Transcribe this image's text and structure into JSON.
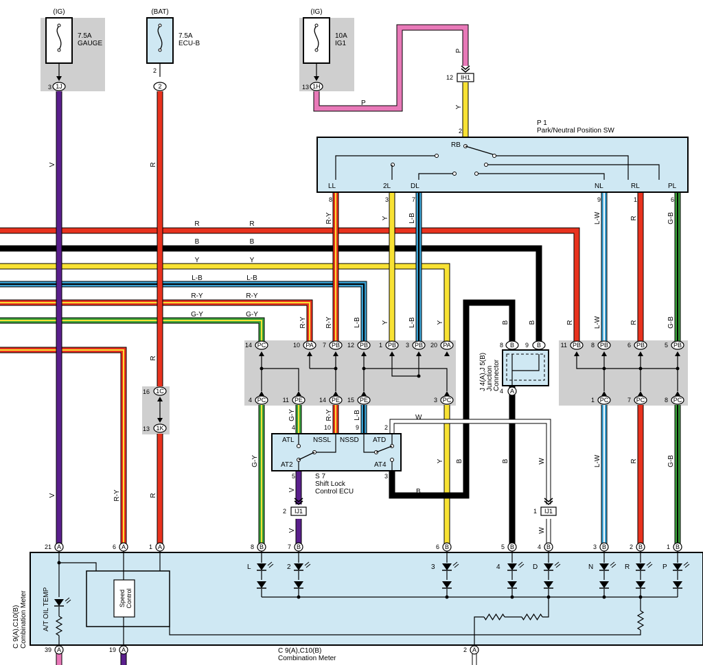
{
  "colors": {
    "V": "#5a1f8c",
    "R": "#e8321e",
    "B": "#000000",
    "Y": "#f8e234",
    "P": "#e879b8",
    "L": "#3a9fd0",
    "G": "#3aa13a",
    "W": "#ffffff",
    "panel": "#cfe8f3",
    "shade": "#cfcfcf"
  },
  "fuses": [
    {
      "source": "(IG)",
      "rating": "7.5A",
      "name": "GAUGE",
      "wire_pin": "3",
      "connector": "1J"
    },
    {
      "source": "(BAT)",
      "rating": "7.5A",
      "name": "ECU-B",
      "wire_pin": "2",
      "connector": "2",
      "fuse_pin": "2"
    },
    {
      "source": "(IG)",
      "rating": "10A",
      "name": "IG1",
      "wire_pin": "13",
      "connector": "1H"
    }
  ],
  "park_switch": {
    "id": "P 1",
    "name": "Park/Neutral Position SW",
    "input_pin": "2",
    "input_terminal": "RB",
    "terminals": [
      {
        "label": "LL",
        "pin": "8",
        "wire": "R-Y"
      },
      {
        "label": "2L",
        "pin": "3",
        "wire": "Y"
      },
      {
        "label": "DL",
        "pin": "7",
        "wire": "L-B"
      },
      {
        "label": "NL",
        "pin": "9",
        "wire": "L-W"
      },
      {
        "label": "RL",
        "pin": "1",
        "wire": "R"
      },
      {
        "label": "PL",
        "pin": "6",
        "wire": "G-B"
      }
    ]
  },
  "ih1": {
    "connector": "IH1",
    "pin": "12",
    "wire_in": "P",
    "wire_out": "Y"
  },
  "bus_wires": [
    {
      "code": "R",
      "label2": "R"
    },
    {
      "code": "B",
      "label2": "B"
    },
    {
      "code": "Y",
      "label2": "Y"
    },
    {
      "code": "L-B",
      "label2": "L-B"
    },
    {
      "code": "R-Y",
      "label2": "R-Y"
    },
    {
      "code": "G-Y",
      "label2": "G-Y"
    }
  ],
  "wire_labels": {
    "v": "V",
    "r": "R",
    "p": "P",
    "y": "Y",
    "ry": "R-Y",
    "lb": "L-B",
    "b": "B",
    "lw": "L-W",
    "gb": "G-B",
    "gy": "G-Y",
    "w": "W"
  },
  "splice_1c_1k": {
    "top_pin": "16",
    "top": "1C",
    "bottom_pin": "13",
    "bottom": "1K"
  },
  "left_junction": {
    "top": [
      {
        "pin": "14",
        "conn": "PC"
      },
      {
        "pin": "10",
        "conn": "PA"
      },
      {
        "pin": "7",
        "conn": "PB"
      },
      {
        "pin": "12",
        "conn": "PB"
      },
      {
        "pin": "1",
        "conn": "PB"
      },
      {
        "pin": "3",
        "conn": "PB"
      },
      {
        "pin": "20",
        "conn": "PA"
      }
    ],
    "bottom": [
      {
        "pin": "4",
        "conn": "PC"
      },
      {
        "pin": "11",
        "conn": "PE"
      },
      {
        "pin": "14",
        "conn": "PE"
      },
      {
        "pin": "15",
        "conn": "PE"
      },
      {
        "pin": "3",
        "conn": "PC"
      }
    ]
  },
  "right_junction": {
    "top": [
      {
        "pin": "11",
        "conn": "PB"
      },
      {
        "pin": "8",
        "conn": "PB"
      },
      {
        "pin": "6",
        "conn": "PB"
      },
      {
        "pin": "5",
        "conn": "PB"
      }
    ],
    "bottom": [
      {
        "pin": "1",
        "conn": "PC"
      },
      {
        "pin": "7",
        "conn": "PC"
      },
      {
        "pin": "8",
        "conn": "PC"
      }
    ]
  },
  "junction_connector": {
    "id": "J 4(A),J 5(B)",
    "name1": "Junction",
    "name2": "Connector",
    "pin_a": "8",
    "conn_a": "B",
    "pin_b": "9",
    "conn_b": "B",
    "pin_out": "4",
    "conn_out": "A"
  },
  "shift_lock": {
    "id": "S 7",
    "name1": "Shift Lock",
    "name2": "Control ECU",
    "terminals": [
      "ATL",
      "NSSL",
      "NSSD",
      "ATD",
      "AT2",
      "AT4"
    ],
    "pins": {
      "atl": "4",
      "nssl": "10",
      "nssd": "9",
      "atd": "2",
      "at2": "5",
      "at4": "3"
    }
  },
  "ij1": {
    "connector": "IJ1",
    "pin_left": "2",
    "pin_right": "1"
  },
  "meter": {
    "id": "C 9(A),C10(B)",
    "name": "Combination Meter",
    "side_id": "C 9(A),C10(B)",
    "side_name": "Combination Meter",
    "speed_control": "Speed Control",
    "oil_temp": "A/T OIL TEMP",
    "top_pins": [
      {
        "pin": "21",
        "conn": "A"
      },
      {
        "pin": "6",
        "conn": "A"
      },
      {
        "pin": "1",
        "conn": "A"
      },
      {
        "pin": "8",
        "conn": "B"
      },
      {
        "pin": "7",
        "conn": "B"
      },
      {
        "pin": "6",
        "conn": "B"
      },
      {
        "pin": "5",
        "conn": "B"
      },
      {
        "pin": "4",
        "conn": "B"
      },
      {
        "pin": "3",
        "conn": "B"
      },
      {
        "pin": "2",
        "conn": "B"
      },
      {
        "pin": "1",
        "conn": "B"
      }
    ],
    "bottom_pins": [
      {
        "pin": "39",
        "conn": "A"
      },
      {
        "pin": "19",
        "conn": "A"
      },
      {
        "pin": "2",
        "conn": "A"
      }
    ],
    "indicators": [
      "L",
      "2",
      "3",
      "4",
      "D",
      "N",
      "R",
      "P"
    ]
  }
}
